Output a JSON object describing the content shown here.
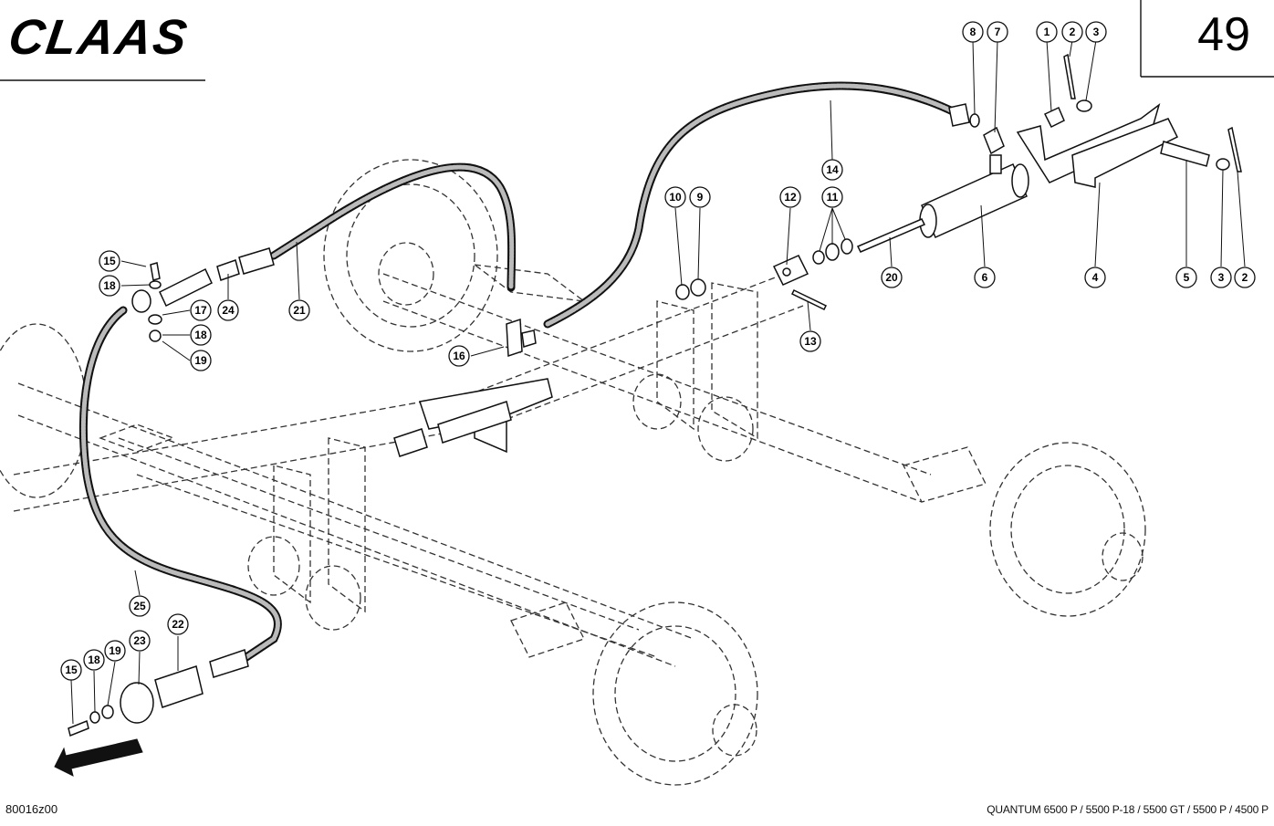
{
  "header": {
    "brand": "CLAAS",
    "page_number": "49"
  },
  "footer": {
    "drawing_code": "80016z00",
    "model_caption": "QUANTUM 6500 P / 5500 P-18 / 5500 GT / 5500 P / 4500 P"
  },
  "callouts": [
    {
      "label": "1"
    },
    {
      "label": "2"
    },
    {
      "label": "3"
    },
    {
      "label": "8"
    },
    {
      "label": "7"
    },
    {
      "label": "14"
    },
    {
      "label": "10"
    },
    {
      "label": "9"
    },
    {
      "label": "12"
    },
    {
      "label": "11"
    },
    {
      "label": "20"
    },
    {
      "label": "6"
    },
    {
      "label": "4"
    },
    {
      "label": "5"
    },
    {
      "label": "3"
    },
    {
      "label": "2"
    },
    {
      "label": "13"
    },
    {
      "label": "15"
    },
    {
      "label": "18"
    },
    {
      "label": "17"
    },
    {
      "label": "24"
    },
    {
      "label": "21"
    },
    {
      "label": "18"
    },
    {
      "label": "19"
    },
    {
      "label": "16"
    },
    {
      "label": "25"
    },
    {
      "label": "23"
    },
    {
      "label": "22"
    },
    {
      "label": "15"
    },
    {
      "label": "18"
    },
    {
      "label": "19"
    }
  ]
}
